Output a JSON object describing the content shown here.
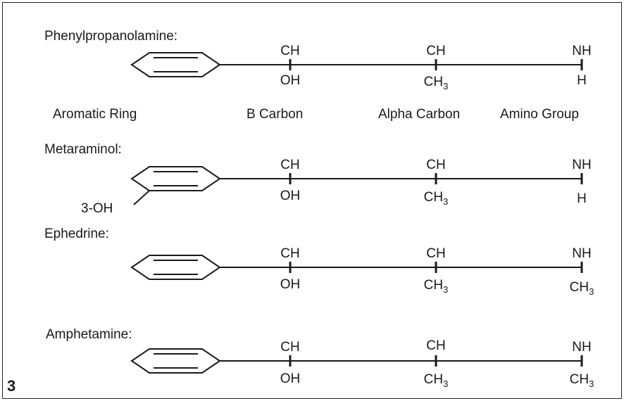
{
  "figure_number": "3",
  "header_labels": {
    "ring": "Aromatic Ring",
    "beta": "B Carbon",
    "alpha": "Alpha Carbon",
    "amino": "Amino Group"
  },
  "molecules": [
    {
      "name": "Phenylpropanolamine:",
      "beta_top": "CH",
      "beta_bottom": "OH",
      "alpha_top": "CH",
      "alpha_bottom": "CH",
      "alpha_bottom_sub": "3",
      "amino_top": "NH",
      "amino_bottom": "H",
      "amino_bottom_sub": "",
      "ring_substituent": ""
    },
    {
      "name": "Metaraminol:",
      "beta_top": "CH",
      "beta_bottom": "OH",
      "alpha_top": "CH",
      "alpha_bottom": "CH",
      "alpha_bottom_sub": "3",
      "amino_top": "NH",
      "amino_bottom": "H",
      "amino_bottom_sub": "",
      "ring_substituent": "3-OH"
    },
    {
      "name": "Ephedrine:",
      "beta_top": "CH",
      "beta_bottom": "OH",
      "alpha_top": "CH",
      "alpha_bottom": "CH",
      "alpha_bottom_sub": "3",
      "amino_top": "NH",
      "amino_bottom": "CH",
      "amino_bottom_sub": "3",
      "ring_substituent": ""
    },
    {
      "name": "Amphetamine:",
      "beta_top": "CH",
      "beta_bottom": "OH",
      "alpha_top": "CH",
      "alpha_bottom": "CH",
      "alpha_bottom_sub": "3",
      "amino_top": "NH",
      "amino_bottom": "CH",
      "amino_bottom_sub": "3",
      "ring_substituent": ""
    }
  ]
}
